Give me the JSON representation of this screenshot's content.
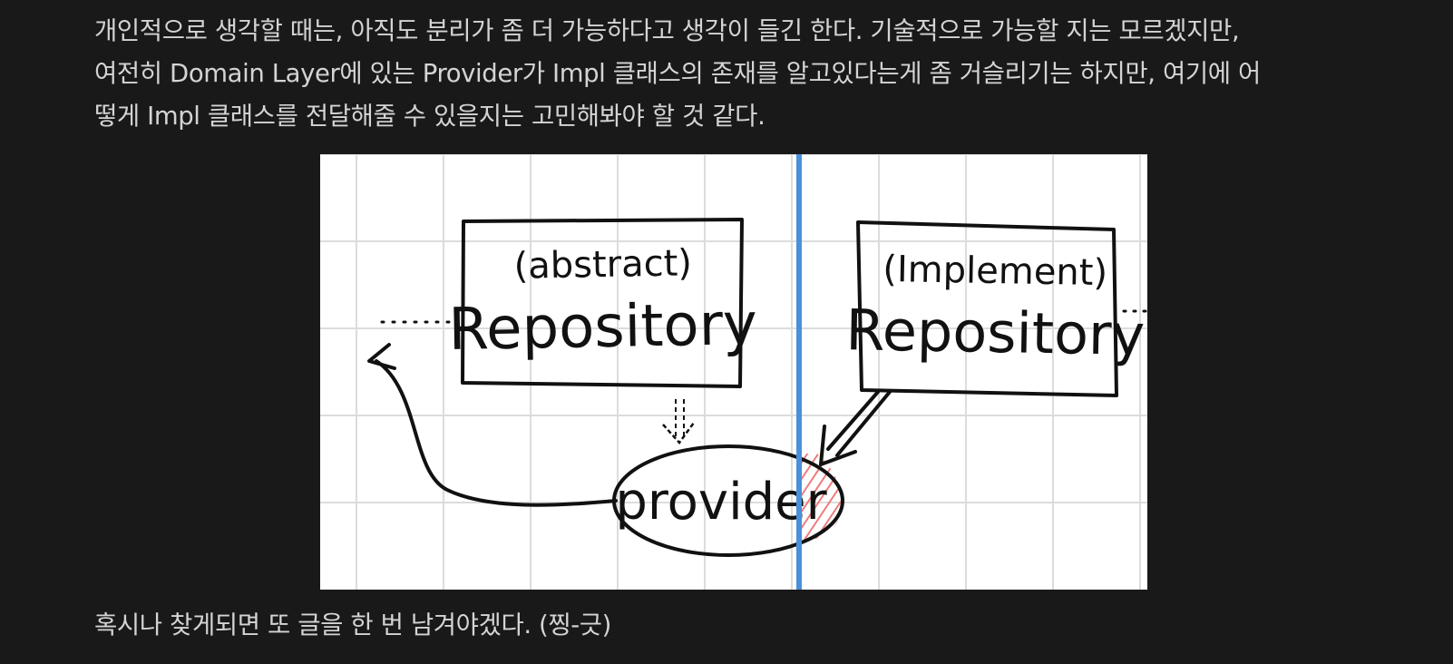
{
  "article": {
    "paragraph_1": [
      "개인적으로 생각할 때는, 아직도 분리가 좀 더 가능하다고 생각이 들긴 한다. 기술적으로 가능할 지는 모르겠지만,",
      "여전히 Domain Layer에 있는 Provider가 Impl 클래스의 존재를 알고있다는게 좀 거슬리기는 하지만, 여기에 어",
      "떻게 Impl 클래스를 전달해줄 수 있을지는 고민해봐야 할 것 같다."
    ],
    "paragraph_2": "혹시나 찾게되면 또 글을 한 번 남겨야겠다. (찡-긋)"
  },
  "diagram": {
    "left_box": {
      "annotation": "(abstract)",
      "title": "Repository"
    },
    "right_box": {
      "annotation": "(Implement)",
      "title": "Repository"
    },
    "center_node": {
      "label": "provider"
    },
    "colors": {
      "divider": "#4a90d9",
      "hatch": "#f07a7a",
      "grid": "#dcdcdc",
      "ink": "#111111"
    }
  }
}
